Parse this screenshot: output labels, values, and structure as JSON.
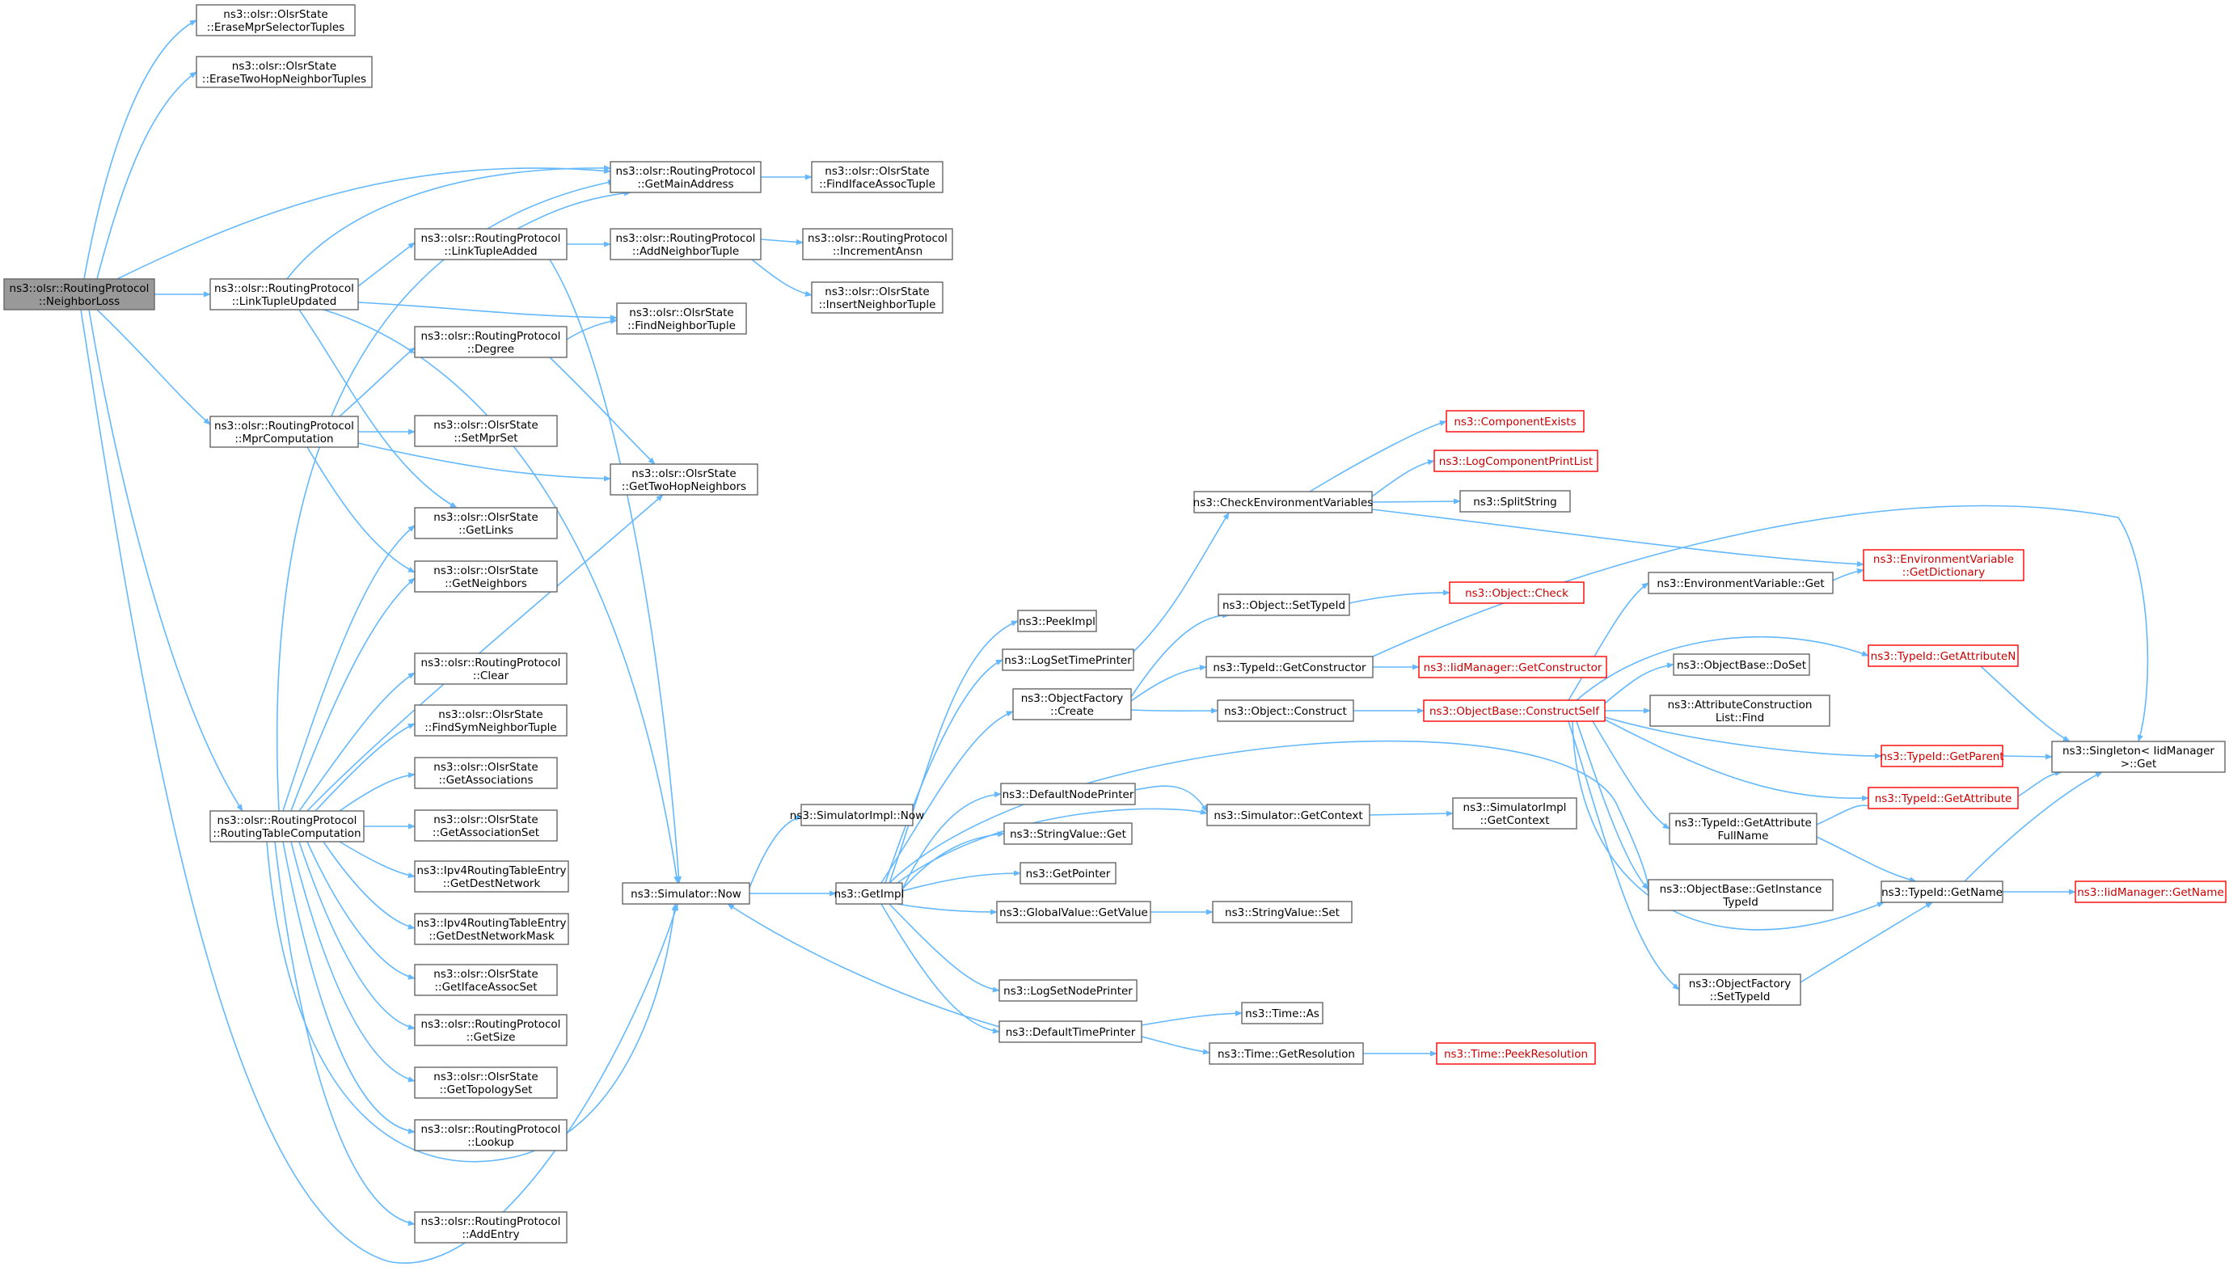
{
  "colors": {
    "edge": "#63b8ff",
    "node_border": "#666666",
    "root_fill": "#999999",
    "truncated_border": "#ff0000",
    "background": "#ffffff"
  },
  "nodes": [
    {
      "id": "nl",
      "lines": [
        "ns3::olsr::RoutingProtocol",
        "::NeighborLoss"
      ],
      "root": true
    },
    {
      "id": "emst",
      "lines": [
        "ns3::olsr::OlsrState",
        "::EraseMprSelectorTuples"
      ]
    },
    {
      "id": "ethnt",
      "lines": [
        "ns3::olsr::OlsrState",
        "::EraseTwoHopNeighborTuples"
      ]
    },
    {
      "id": "ltu",
      "lines": [
        "ns3::olsr::RoutingProtocol",
        "::LinkTupleUpdated"
      ]
    },
    {
      "id": "mprc",
      "lines": [
        "ns3::olsr::RoutingProtocol",
        "::MprComputation"
      ]
    },
    {
      "id": "rtc",
      "lines": [
        "ns3::olsr::RoutingProtocol",
        "::RoutingTableComputation"
      ]
    },
    {
      "id": "gma",
      "lines": [
        "ns3::olsr::RoutingProtocol",
        "::GetMainAddress"
      ]
    },
    {
      "id": "fiat",
      "lines": [
        "ns3::olsr::OlsrState",
        "::FindIfaceAssocTuple"
      ]
    },
    {
      "id": "lta",
      "lines": [
        "ns3::olsr::RoutingProtocol",
        "::LinkTupleAdded"
      ]
    },
    {
      "id": "ant",
      "lines": [
        "ns3::olsr::RoutingProtocol",
        "::AddNeighborTuple"
      ]
    },
    {
      "id": "ia",
      "lines": [
        "ns3::olsr::RoutingProtocol",
        "::IncrementAnsn"
      ]
    },
    {
      "id": "int",
      "lines": [
        "ns3::olsr::OlsrState",
        "::InsertNeighborTuple"
      ]
    },
    {
      "id": "fnt",
      "lines": [
        "ns3::olsr::OlsrState",
        "::FindNeighborTuple"
      ]
    },
    {
      "id": "deg",
      "lines": [
        "ns3::olsr::RoutingProtocol",
        "::Degree"
      ]
    },
    {
      "id": "sms",
      "lines": [
        "ns3::olsr::OlsrState",
        "::SetMprSet"
      ]
    },
    {
      "id": "gthn",
      "lines": [
        "ns3::olsr::OlsrState",
        "::GetTwoHopNeighbors"
      ]
    },
    {
      "id": "gl",
      "lines": [
        "ns3::olsr::OlsrState",
        "::GetLinks"
      ]
    },
    {
      "id": "gn",
      "lines": [
        "ns3::olsr::OlsrState",
        "::GetNeighbors"
      ]
    },
    {
      "id": "clr",
      "lines": [
        "ns3::olsr::RoutingProtocol",
        "::Clear"
      ]
    },
    {
      "id": "fsnt",
      "lines": [
        "ns3::olsr::OlsrState",
        "::FindSymNeighborTuple"
      ]
    },
    {
      "id": "gas",
      "lines": [
        "ns3::olsr::OlsrState",
        "::GetAssociations"
      ]
    },
    {
      "id": "gass",
      "lines": [
        "ns3::olsr::OlsrState",
        "::GetAssociationSet"
      ]
    },
    {
      "id": "gdn",
      "lines": [
        "ns3::Ipv4RoutingTableEntry",
        "::GetDestNetwork"
      ]
    },
    {
      "id": "gdnm",
      "lines": [
        "ns3::Ipv4RoutingTableEntry",
        "::GetDestNetworkMask"
      ]
    },
    {
      "id": "gias",
      "lines": [
        "ns3::olsr::OlsrState",
        "::GetIfaceAssocSet"
      ]
    },
    {
      "id": "gsz",
      "lines": [
        "ns3::olsr::RoutingProtocol",
        "::GetSize"
      ]
    },
    {
      "id": "gts",
      "lines": [
        "ns3::olsr::OlsrState",
        "::GetTopologySet"
      ]
    },
    {
      "id": "lku",
      "lines": [
        "ns3::olsr::RoutingProtocol",
        "::Lookup"
      ]
    },
    {
      "id": "ae",
      "lines": [
        "ns3::olsr::RoutingProtocol",
        "::AddEntry"
      ]
    },
    {
      "id": "snow",
      "lines": [
        "ns3::Simulator::Now"
      ]
    },
    {
      "id": "sinow",
      "lines": [
        "ns3::SimulatorImpl::Now"
      ]
    },
    {
      "id": "gimpl",
      "lines": [
        "ns3::GetImpl"
      ]
    },
    {
      "id": "pimpl",
      "lines": [
        "ns3::PeekImpl"
      ]
    },
    {
      "id": "lstp",
      "lines": [
        "ns3::LogSetTimePrinter"
      ]
    },
    {
      "id": "ofc",
      "lines": [
        "ns3::ObjectFactory",
        "::Create"
      ]
    },
    {
      "id": "dnp",
      "lines": [
        "ns3::DefaultNodePrinter"
      ]
    },
    {
      "id": "svget",
      "lines": [
        "ns3::StringValue::Get"
      ]
    },
    {
      "id": "gptr",
      "lines": [
        "ns3::GetPointer"
      ]
    },
    {
      "id": "gvgv",
      "lines": [
        "ns3::GlobalValue::GetValue"
      ]
    },
    {
      "id": "lsnp",
      "lines": [
        "ns3::LogSetNodePrinter"
      ]
    },
    {
      "id": "dtp",
      "lines": [
        "ns3::DefaultTimePrinter"
      ]
    },
    {
      "id": "cev",
      "lines": [
        "ns3::CheckEnvironmentVariables"
      ]
    },
    {
      "id": "ost",
      "lines": [
        "ns3::Object::SetTypeId"
      ]
    },
    {
      "id": "tgc",
      "lines": [
        "ns3::TypeId::GetConstructor"
      ]
    },
    {
      "id": "oc",
      "lines": [
        "ns3::Object::Construct"
      ]
    },
    {
      "id": "sgc",
      "lines": [
        "ns3::Simulator::GetContext"
      ]
    },
    {
      "id": "svset",
      "lines": [
        "ns3::StringValue::Set"
      ]
    },
    {
      "id": "tas",
      "lines": [
        "ns3::Time::As"
      ]
    },
    {
      "id": "tgr",
      "lines": [
        "ns3::Time::GetResolution"
      ]
    },
    {
      "id": "ce",
      "lines": [
        "ns3::ComponentExists"
      ],
      "red": true
    },
    {
      "id": "lcpl",
      "lines": [
        "ns3::LogComponentPrintList"
      ],
      "red": true
    },
    {
      "id": "ss",
      "lines": [
        "ns3::SplitString"
      ]
    },
    {
      "id": "ochk",
      "lines": [
        "ns3::Object::Check"
      ],
      "red": true
    },
    {
      "id": "imgc",
      "lines": [
        "ns3::IidManager::GetConstructor"
      ],
      "red": true
    },
    {
      "id": "obcs",
      "lines": [
        "ns3::ObjectBase::ConstructSelf"
      ],
      "red": true
    },
    {
      "id": "sigc",
      "lines": [
        "ns3::SimulatorImpl",
        "::GetContext"
      ]
    },
    {
      "id": "tpr",
      "lines": [
        "ns3::Time::PeekResolution"
      ],
      "red": true
    },
    {
      "id": "evgd",
      "lines": [
        "ns3::EnvironmentVariable",
        "::GetDictionary"
      ],
      "red": true
    },
    {
      "id": "evget",
      "lines": [
        "ns3::EnvironmentVariable::Get"
      ]
    },
    {
      "id": "tgan",
      "lines": [
        "ns3::TypeId::GetAttributeN"
      ],
      "red": true
    },
    {
      "id": "obds",
      "lines": [
        "ns3::ObjectBase::DoSet"
      ]
    },
    {
      "id": "aclf",
      "lines": [
        "ns3::AttributeConstruction",
        "List::Find"
      ]
    },
    {
      "id": "tgp",
      "lines": [
        "ns3::TypeId::GetParent"
      ],
      "red": true
    },
    {
      "id": "tga",
      "lines": [
        "ns3::TypeId::GetAttribute"
      ],
      "red": true
    },
    {
      "id": "tgafn",
      "lines": [
        "ns3::TypeId::GetAttribute",
        "FullName"
      ]
    },
    {
      "id": "obgit",
      "lines": [
        "ns3::ObjectBase::GetInstance",
        "TypeId"
      ]
    },
    {
      "id": "ofst",
      "lines": [
        "ns3::ObjectFactory",
        "::SetTypeId"
      ]
    },
    {
      "id": "tgn",
      "lines": [
        "ns3::TypeId::GetName"
      ]
    },
    {
      "id": "sig",
      "lines": [
        "ns3::Singleton< IidManager",
        " >::Get"
      ]
    },
    {
      "id": "imgn",
      "lines": [
        "ns3::IidManager::GetName"
      ],
      "red": true
    }
  ]
}
